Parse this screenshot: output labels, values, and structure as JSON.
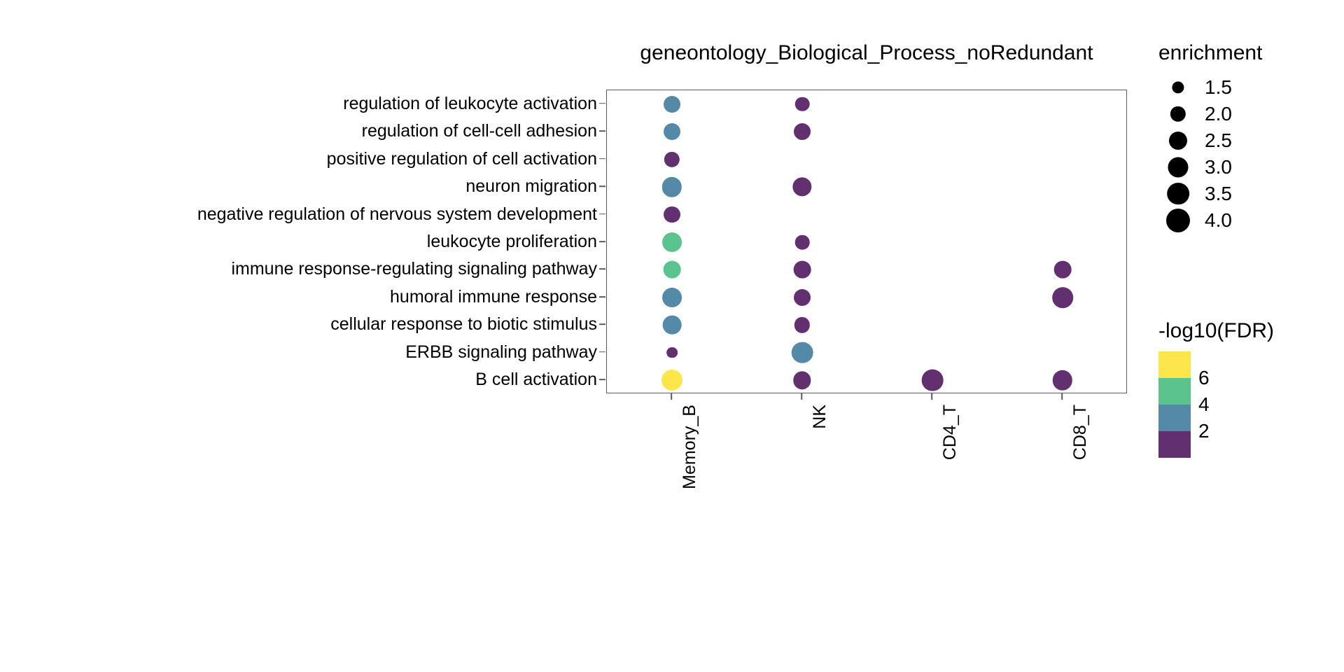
{
  "chart_data": {
    "type": "scatter",
    "subtype": "bubble-dotplot",
    "title": "geneontology_Biological_Process_noRedundant",
    "xlabel": "",
    "ylabel": "",
    "grid": false,
    "categories_x": [
      "Memory_B",
      "NK",
      "CD4_T",
      "CD8_T"
    ],
    "categories_y": [
      "regulation of leukocyte activation",
      "regulation of cell-cell adhesion",
      "positive regulation of cell activation",
      "neuron migration",
      "negative regulation of nervous system development",
      "leukocyte proliferation",
      "immune response-regulating signaling pathway",
      "humoral immune response",
      "cellular response to biotic stimulus",
      "ERBB signaling pathway",
      "B cell activation"
    ],
    "size_legend": {
      "title": "enrichment",
      "values": [
        "1.5",
        "2.0",
        "2.5",
        "3.0",
        "3.5",
        "4.0"
      ],
      "numeric": [
        1.5,
        2.0,
        2.5,
        3.0,
        3.5,
        4.0
      ]
    },
    "color_legend": {
      "title": "-log10(FDR)",
      "ticks": [
        "6",
        "4",
        "2"
      ],
      "numeric_ticks": [
        6,
        4,
        2
      ],
      "bands": [
        {
          "label": ">6",
          "color": "#FDE54C"
        },
        {
          "label": "4-6",
          "color": "#5BC38D"
        },
        {
          "label": "2-4",
          "color": "#5589A8"
        },
        {
          "label": "<2",
          "color": "#63306F"
        }
      ]
    },
    "points": [
      {
        "x": "Memory_B",
        "y": "regulation of leukocyte activation",
        "enrichment": 2.2,
        "neglog10fdr": 3.0,
        "color": "#5589A8"
      },
      {
        "x": "Memory_B",
        "y": "regulation of cell-cell adhesion",
        "enrichment": 2.2,
        "neglog10fdr": 3.0,
        "color": "#5589A8"
      },
      {
        "x": "Memory_B",
        "y": "positive regulation of cell activation",
        "enrichment": 2.0,
        "neglog10fdr": 1.6,
        "color": "#63306F"
      },
      {
        "x": "Memory_B",
        "y": "neuron migration",
        "enrichment": 2.9,
        "neglog10fdr": 2.6,
        "color": "#5589A8"
      },
      {
        "x": "Memory_B",
        "y": "negative regulation of nervous system development",
        "enrichment": 2.2,
        "neglog10fdr": 1.7,
        "color": "#63306F"
      },
      {
        "x": "Memory_B",
        "y": "leukocyte proliferation",
        "enrichment": 2.8,
        "neglog10fdr": 4.8,
        "color": "#5BC38D"
      },
      {
        "x": "Memory_B",
        "y": "immune response-regulating signaling pathway",
        "enrichment": 2.3,
        "neglog10fdr": 4.6,
        "color": "#5BC38D"
      },
      {
        "x": "Memory_B",
        "y": "humoral immune response",
        "enrichment": 2.8,
        "neglog10fdr": 3.2,
        "color": "#5589A8"
      },
      {
        "x": "Memory_B",
        "y": "cellular response to biotic stimulus",
        "enrichment": 2.6,
        "neglog10fdr": 2.9,
        "color": "#5589A8"
      },
      {
        "x": "Memory_B",
        "y": "ERBB signaling pathway",
        "enrichment": 1.4,
        "neglog10fdr": 1.5,
        "color": "#63306F"
      },
      {
        "x": "Memory_B",
        "y": "B cell activation",
        "enrichment": 3.2,
        "neglog10fdr": 7.2,
        "color": "#FDE54C"
      },
      {
        "x": "NK",
        "y": "regulation of leukocyte activation",
        "enrichment": 1.8,
        "neglog10fdr": 1.5,
        "color": "#63306F"
      },
      {
        "x": "NK",
        "y": "regulation of cell-cell adhesion",
        "enrichment": 2.2,
        "neglog10fdr": 1.6,
        "color": "#63306F"
      },
      {
        "x": "NK",
        "y": "neuron migration",
        "enrichment": 2.7,
        "neglog10fdr": 1.8,
        "color": "#63306F"
      },
      {
        "x": "NK",
        "y": "leukocyte proliferation",
        "enrichment": 1.8,
        "neglog10fdr": 1.5,
        "color": "#63306F"
      },
      {
        "x": "NK",
        "y": "immune response-regulating signaling pathway",
        "enrichment": 2.3,
        "neglog10fdr": 1.7,
        "color": "#63306F"
      },
      {
        "x": "NK",
        "y": "humoral immune response",
        "enrichment": 2.2,
        "neglog10fdr": 1.6,
        "color": "#63306F"
      },
      {
        "x": "NK",
        "y": "cellular response to biotic stimulus",
        "enrichment": 2.0,
        "neglog10fdr": 1.6,
        "color": "#63306F"
      },
      {
        "x": "NK",
        "y": "ERBB signaling pathway",
        "enrichment": 3.3,
        "neglog10fdr": 2.4,
        "color": "#5589A8"
      },
      {
        "x": "NK",
        "y": "B cell activation",
        "enrichment": 2.4,
        "neglog10fdr": 1.7,
        "color": "#63306F"
      },
      {
        "x": "CD4_T",
        "y": "B cell activation",
        "enrichment": 3.3,
        "neglog10fdr": 1.8,
        "color": "#63306F"
      },
      {
        "x": "CD8_T",
        "y": "immune response-regulating signaling pathway",
        "enrichment": 2.3,
        "neglog10fdr": 1.6,
        "color": "#63306F"
      },
      {
        "x": "CD8_T",
        "y": "humoral immune response",
        "enrichment": 3.1,
        "neglog10fdr": 1.8,
        "color": "#63306F"
      },
      {
        "x": "CD8_T",
        "y": "B cell activation",
        "enrichment": 2.9,
        "neglog10fdr": 1.7,
        "color": "#63306F"
      }
    ]
  }
}
